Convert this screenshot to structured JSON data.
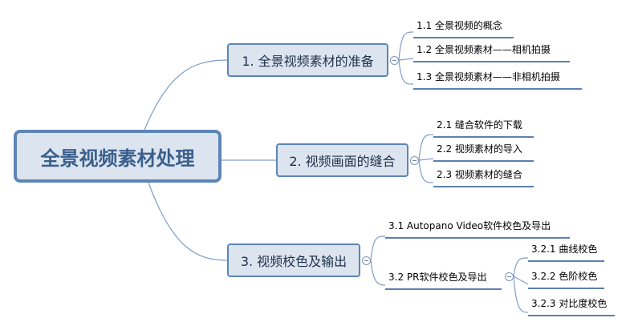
{
  "root": {
    "label": "全景视频素材处理"
  },
  "topics": [
    {
      "label": "1. 全景视频素材的准备",
      "children": [
        "1.1 全景视频的概念",
        "1.2 全景视频素材——相机拍摄",
        "1.3 全景视频素材——非相机拍摄"
      ]
    },
    {
      "label": "2. 视频画面的缝合",
      "children": [
        "2.1 缝合软件的下载",
        "2.2 视频素材的导入",
        "2.3 视频素材的缝合"
      ]
    },
    {
      "label": "3. 视频校色及输出",
      "children": [
        "3.1 Autopano Video软件校色及导出",
        "3.2 PR软件校色及导出"
      ],
      "subchildren": [
        "3.2.1 曲线校色",
        "3.2.2 色阶校色",
        "3.2.3 对比度校色"
      ]
    }
  ],
  "colors": {
    "border": "#5d85b7",
    "fill": "#dbe4ef",
    "line": "#7f9ec8"
  }
}
